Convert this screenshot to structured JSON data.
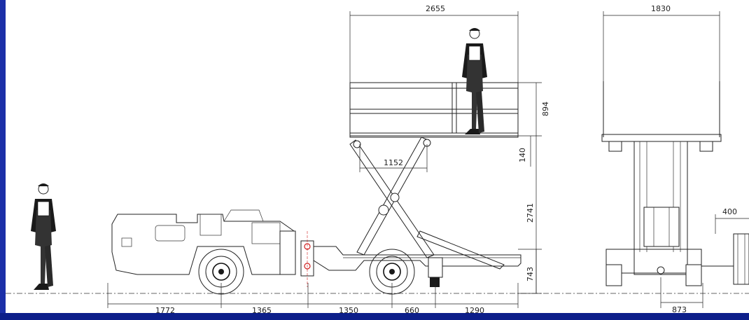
{
  "colors": {
    "border_left": "#1b2fa8",
    "border_bottom": "#0d1f8a",
    "line": "#222222"
  },
  "dims": {
    "platform_length": "2655",
    "platform_width": "1830",
    "rail_height": "894",
    "deck_gap": "140",
    "scissor_width": "1152",
    "max_height": "2741",
    "chassis_height": "743",
    "seg_1": "1772",
    "seg_2": "1365",
    "seg_3": "1350",
    "seg_4": "660",
    "seg_5": "1290",
    "outrigger_width": "400",
    "track_width": "873"
  }
}
